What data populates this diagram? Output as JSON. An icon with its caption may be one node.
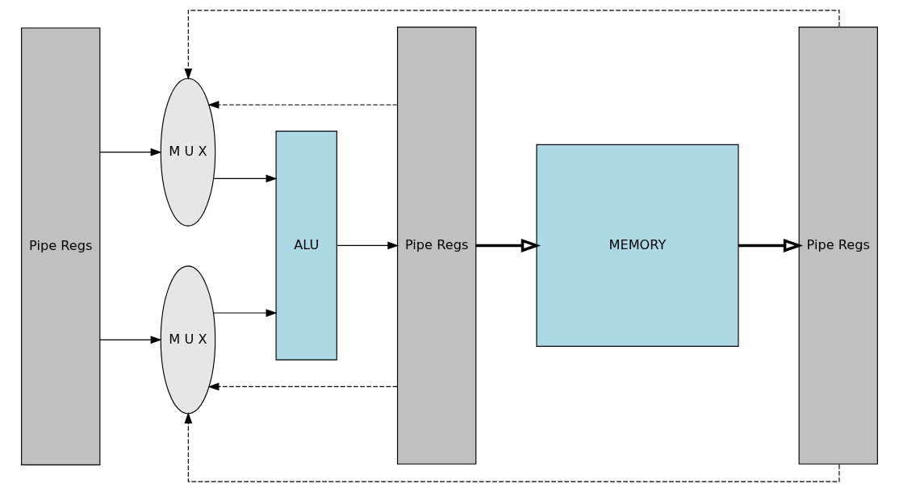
{
  "diagram": {
    "nodes": [
      {
        "text": [
          "Pipe Regs"
        ]
      },
      {
        "text": [
          "M U X"
        ]
      },
      {
        "text": [
          "M U X"
        ]
      },
      {
        "text": [
          "ALU"
        ]
      },
      {
        "text": [
          "Pipe Regs"
        ]
      },
      {
        "text": [
          "MEMORY"
        ]
      },
      {
        "text": [
          "Pipe Regs"
        ]
      }
    ],
    "edges": [
      {
        "from": 0,
        "to": 1,
        "arrow": "to"
      },
      {
        "from": 0,
        "to": 2,
        "arrow": "to"
      },
      {
        "from": 1,
        "to": 3,
        "arrow": "to"
      },
      {
        "from": 2,
        "to": 3,
        "arrow": "to"
      },
      {
        "from": 3,
        "to": 4,
        "arrow": "to"
      },
      {
        "from": 4,
        "to": 5,
        "arrow": "to",
        "style": "thick"
      },
      {
        "from": 5,
        "to": 6,
        "arrow": "to",
        "style": "thick"
      },
      {
        "from": 4,
        "to": 1,
        "arrow": "to",
        "style": "dashed"
      },
      {
        "from": 4,
        "to": 2,
        "arrow": "to",
        "style": "dashed"
      },
      {
        "from": 6,
        "to": 1,
        "arrow": "to",
        "style": "dashed"
      },
      {
        "from": 6,
        "to": 2,
        "arrow": "to",
        "style": "dashed"
      }
    ]
  }
}
